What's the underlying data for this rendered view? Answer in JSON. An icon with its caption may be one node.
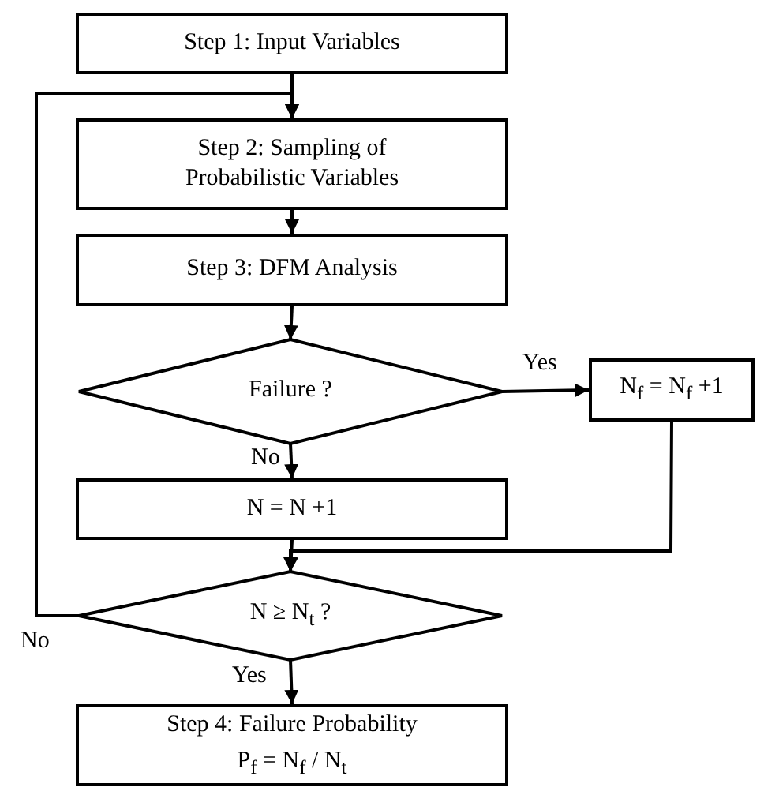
{
  "diagram": {
    "nodes": [
      {
        "text": [
          "Step 1: Input Variables"
        ]
      },
      {
        "text": [
          "Step 2: Sampling of Probabilistic Variables"
        ]
      },
      {
        "text": [
          "Step 3: DFM Analysis"
        ]
      },
      {
        "text": [
          "Failure ?"
        ]
      },
      {
        "text": [
          "N$_{f}$ = N$_{f}$ +1"
        ]
      },
      {
        "text": [
          "N = N +1"
        ]
      },
      {
        "text": [
          "N ≥ N$_{t}$ ?"
        ]
      },
      {
        "text": [
          "Step 4: Failure Probability",
          "P$_{f}$ = N$_{f}$ / N$_{t}$"
        ]
      }
    ],
    "edges": [
      {
        "from": 0,
        "to": 1,
        "arrow": "to"
      },
      {
        "from": 1,
        "to": 2,
        "arrow": "to"
      },
      {
        "from": 2,
        "to": 3,
        "arrow": "to"
      },
      {
        "from": 3,
        "to": 4,
        "arrow": "to",
        "label": "Yes"
      },
      {
        "from": 3,
        "to": 5,
        "arrow": "to",
        "label": "No"
      },
      {
        "from": 4,
        "to": 6,
        "arrow": "to"
      },
      {
        "from": 5,
        "to": 6,
        "arrow": "to"
      },
      {
        "from": 6,
        "to": 1,
        "arrow": "to",
        "label": "No"
      },
      {
        "from": 6,
        "to": 7,
        "arrow": "to",
        "label": "Yes"
      }
    ]
  }
}
